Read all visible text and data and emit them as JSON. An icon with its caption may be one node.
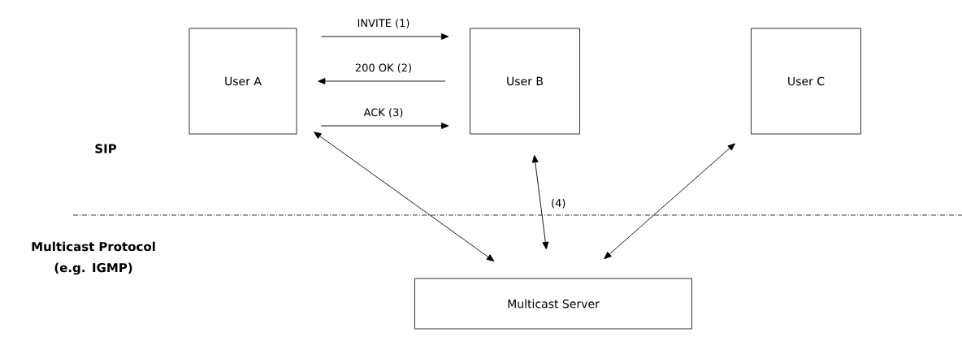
{
  "diagram": {
    "nodes": [
      {
        "text": [
          "User A"
        ]
      },
      {
        "text": [
          "User B"
        ]
      },
      {
        "text": [
          "User C"
        ]
      },
      {
        "text": [
          "Multicast Server"
        ]
      }
    ],
    "edges": [
      {
        "from": 0,
        "to": 1,
        "arrow": "to",
        "label": "INVITE (1)"
      },
      {
        "from": 1,
        "to": 0,
        "arrow": "to",
        "label": "200 OK (2)"
      },
      {
        "from": 0,
        "to": 1,
        "arrow": "to",
        "label": "ACK (3)"
      },
      {
        "from": 0,
        "to": 3,
        "arrow": "both"
      },
      {
        "from": 1,
        "to": 3,
        "arrow": "both",
        "label": "(4)"
      },
      {
        "from": 2,
        "to": 3,
        "arrow": "both"
      }
    ],
    "labels": [
      "SIP",
      "Multicast Protocol (e.g. IGMP)"
    ]
  }
}
